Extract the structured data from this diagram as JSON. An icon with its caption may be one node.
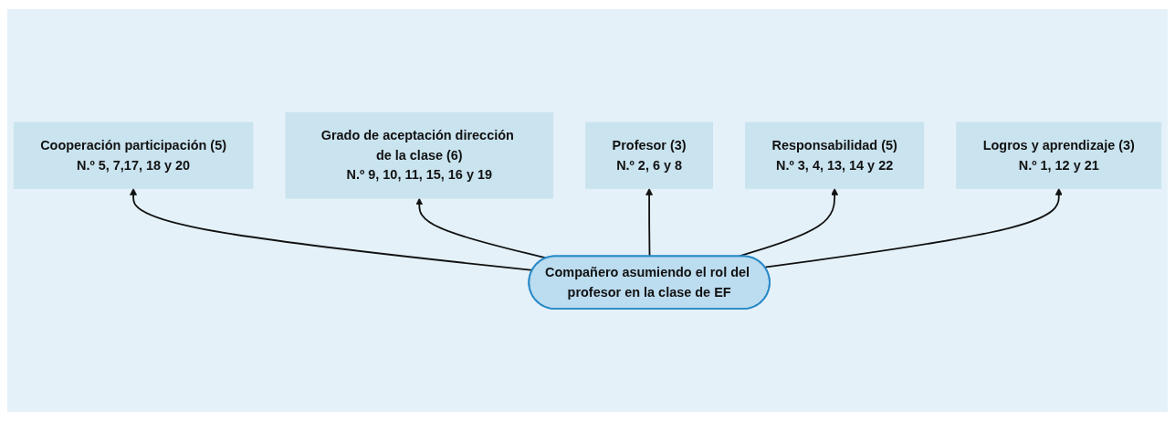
{
  "diagram": {
    "nodes": [
      {
        "text": [
          "Cooperación participación (5)",
          "N.º 5, 7,17, 18 y 20"
        ]
      },
      {
        "text": [
          "Grado de aceptación dirección de la clase (6)",
          "N.º 9, 10, 11, 15, 16 y 19"
        ]
      },
      {
        "text": [
          "Profesor (3)",
          "N.º 2, 6 y 8"
        ]
      },
      {
        "text": [
          "Responsabilidad (5)",
          "N.º 3, 4, 13, 14 y 22"
        ]
      },
      {
        "text": [
          "Compañero asumiendo el rol del profesor en la clase de EF"
        ]
      },
      {
        "text": [
          "Logros y aprendizaje (3)",
          "N.º 1, 12 y 21"
        ]
      }
    ],
    "edges": [
      {
        "from": 4,
        "to": 0,
        "arrow": "to"
      },
      {
        "from": 4,
        "to": 1,
        "arrow": "to"
      },
      {
        "from": 4,
        "to": 2,
        "arrow": "to"
      },
      {
        "from": 4,
        "to": 3,
        "arrow": "to"
      },
      {
        "from": 4,
        "to": 5,
        "arrow": "to"
      }
    ]
  }
}
